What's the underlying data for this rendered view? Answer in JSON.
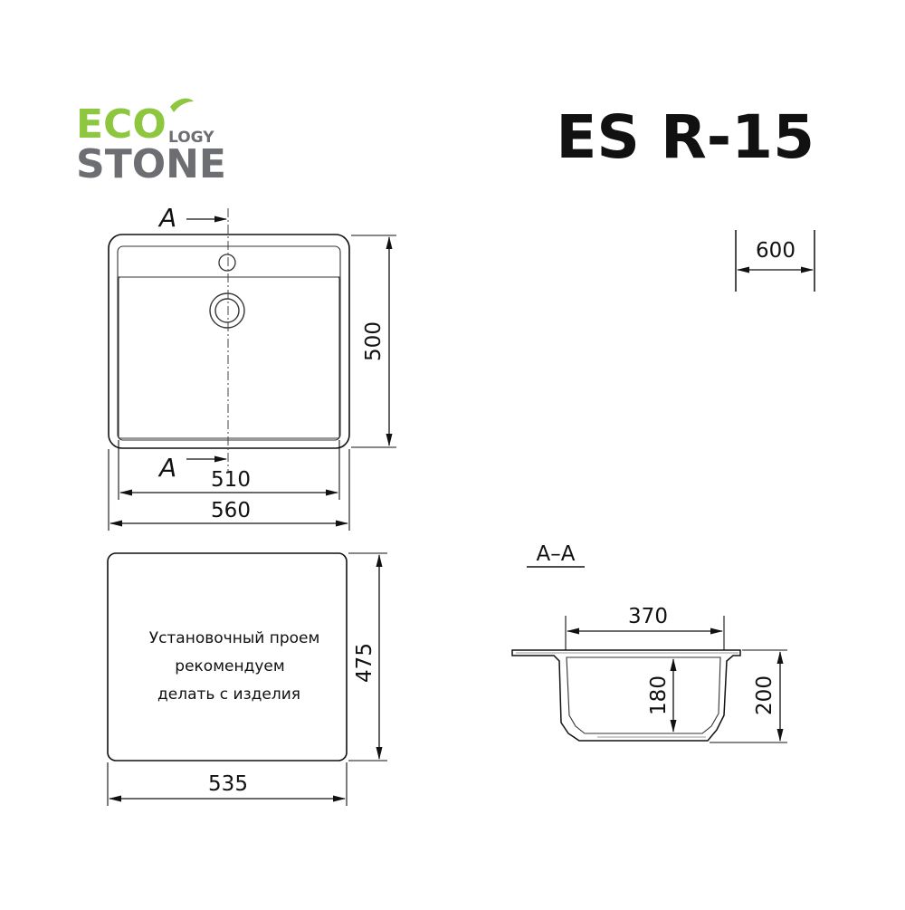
{
  "logo": {
    "eco": "ECO",
    "logy": "LOGY",
    "stone": "STONE",
    "colors": {
      "green": "#8dc63f",
      "gray": "#6d6e71"
    }
  },
  "model": {
    "name": "ES R-15"
  },
  "cabinet": {
    "width": "600"
  },
  "top_view": {
    "section_mark": "A",
    "depth": "500",
    "bowl_width": "510",
    "overall_width": "560"
  },
  "cutout": {
    "note_lines": [
      "Установочный проем",
      "рекомендуем",
      "делать с изделия"
    ],
    "depth": "475",
    "width": "535"
  },
  "section": {
    "title": "A–A",
    "bowl_width": "370",
    "inner_depth": "180",
    "overall_depth": "200"
  }
}
